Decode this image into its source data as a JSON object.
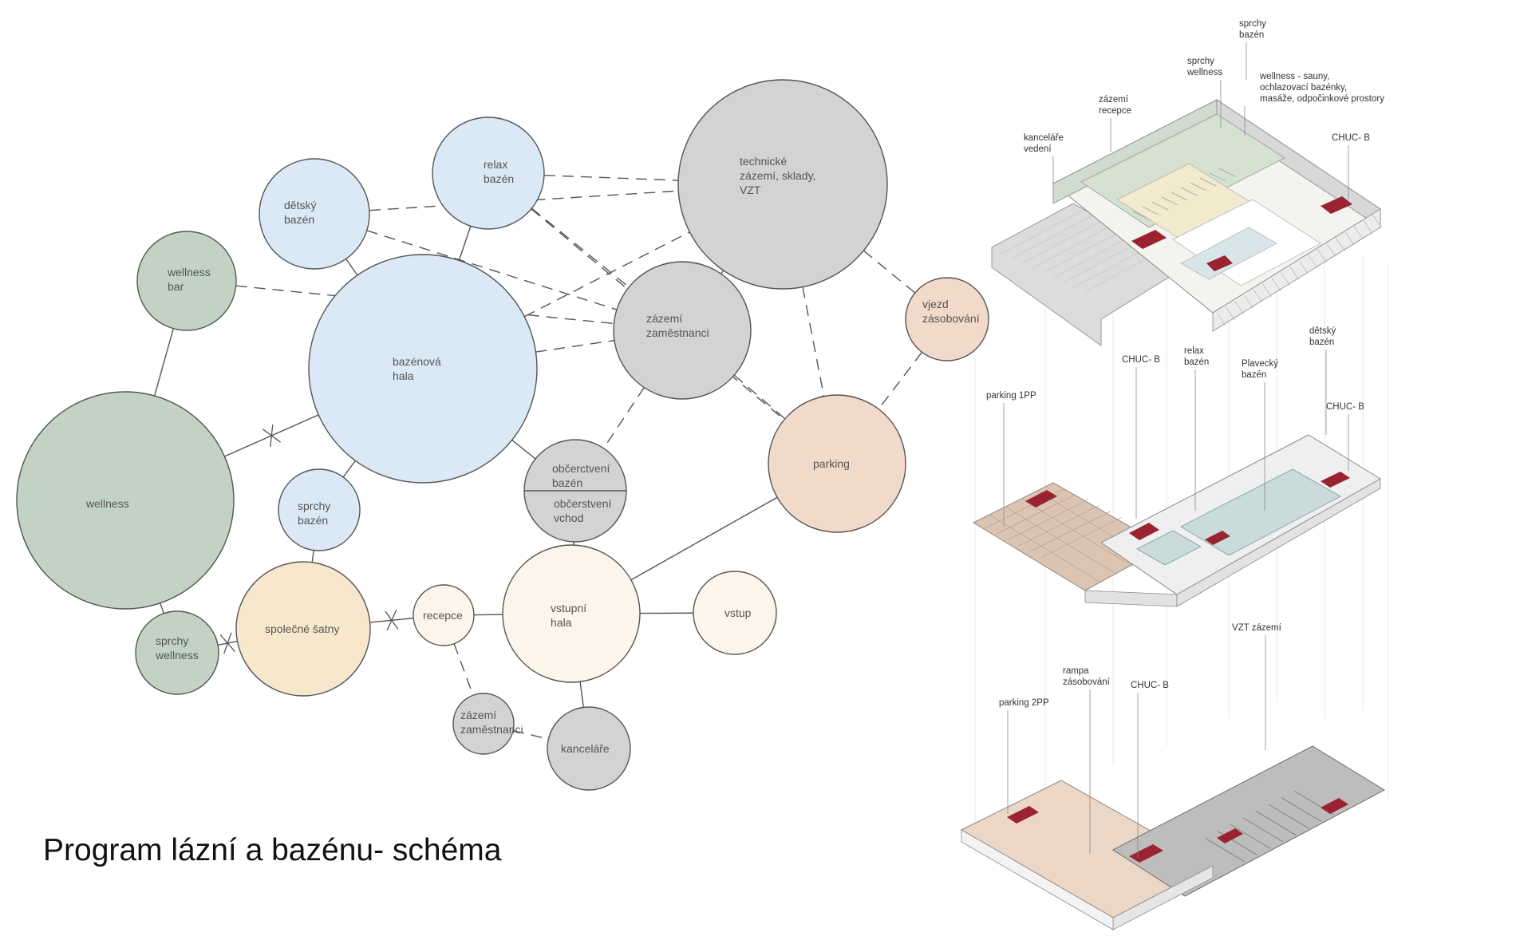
{
  "title": "Program lázní a bazénu- schéma",
  "colors": {
    "green": "#c2d3c4",
    "blue": "#dbe8f5",
    "grey": "#d3d3d3",
    "peach": "#f1dac9",
    "cream": "#fbf6e9",
    "beige": "#f7e7cc",
    "stroke": "#555555",
    "accent_red": "#9b2331"
  },
  "bubbles": {
    "wellness": {
      "lines": [
        "wellness"
      ]
    },
    "wellness_bar": {
      "lines": [
        "wellness",
        "bar"
      ]
    },
    "detsky_bazen": {
      "lines": [
        "dětský",
        "bazén"
      ]
    },
    "relax_bazen": {
      "lines": [
        "relax",
        "bazén"
      ]
    },
    "technicke": {
      "lines": [
        "technické",
        "zázemí, sklady,",
        "VZT"
      ]
    },
    "bazenova_hala": {
      "lines": [
        "bazénová",
        "hala"
      ]
    },
    "zazemi_zamestnanci": {
      "lines": [
        "zázemí",
        "zaměstnanci"
      ]
    },
    "vjezd": {
      "lines": [
        "vjezd",
        "zásobování"
      ]
    },
    "parking": {
      "lines": [
        "parking"
      ]
    },
    "obcerstveni_bazen": {
      "lines": [
        "občerctvení",
        "bazén"
      ]
    },
    "obcerstveni_vchod": {
      "lines": [
        "občerstvení",
        "vchod"
      ]
    },
    "sprchy_bazen": {
      "lines": [
        "sprchy",
        "bazén"
      ]
    },
    "spolecne_satny": {
      "lines": [
        "společné šatny"
      ]
    },
    "sprchy_wellness": {
      "lines": [
        "sprchy",
        "wellness"
      ]
    },
    "recepce": {
      "lines": [
        "recepce"
      ]
    },
    "vstupni_hala": {
      "lines": [
        "vstupní",
        "hala"
      ]
    },
    "vstup": {
      "lines": [
        "vstup"
      ]
    },
    "zazemi_zamestnanci_2": {
      "lines": [
        "zázemí",
        "zaměstnanci"
      ]
    },
    "kancelare": {
      "lines": [
        "kanceláře"
      ]
    }
  },
  "axonometric": {
    "top": [
      {
        "lines": [
          "sprchy",
          "bazén"
        ]
      },
      {
        "lines": [
          "sprchy",
          "wellness"
        ]
      },
      {
        "lines": [
          "wellness - sauny,",
          "ochlazovací bazénky,",
          "masáže, odpočinkové prostory"
        ]
      },
      {
        "lines": [
          "zázemí",
          "recepce"
        ]
      },
      {
        "lines": [
          "kanceláře",
          "vedení"
        ]
      },
      {
        "lines": [
          "CHUC- B"
        ]
      }
    ],
    "middle": [
      {
        "lines": [
          "dětský",
          "bazén"
        ]
      },
      {
        "lines": [
          "CHUC- B"
        ]
      },
      {
        "lines": [
          "relax",
          "bazén"
        ]
      },
      {
        "lines": [
          "Plavecký",
          "bazén"
        ]
      },
      {
        "lines": [
          "parking 1PP"
        ]
      },
      {
        "lines": [
          "CHUC- B"
        ]
      }
    ],
    "bottom": [
      {
        "lines": [
          "VZT zázemí"
        ]
      },
      {
        "lines": [
          "rampa",
          "zásobování"
        ]
      },
      {
        "lines": [
          "CHUC- B"
        ]
      },
      {
        "lines": [
          "parking 2PP"
        ]
      }
    ]
  }
}
